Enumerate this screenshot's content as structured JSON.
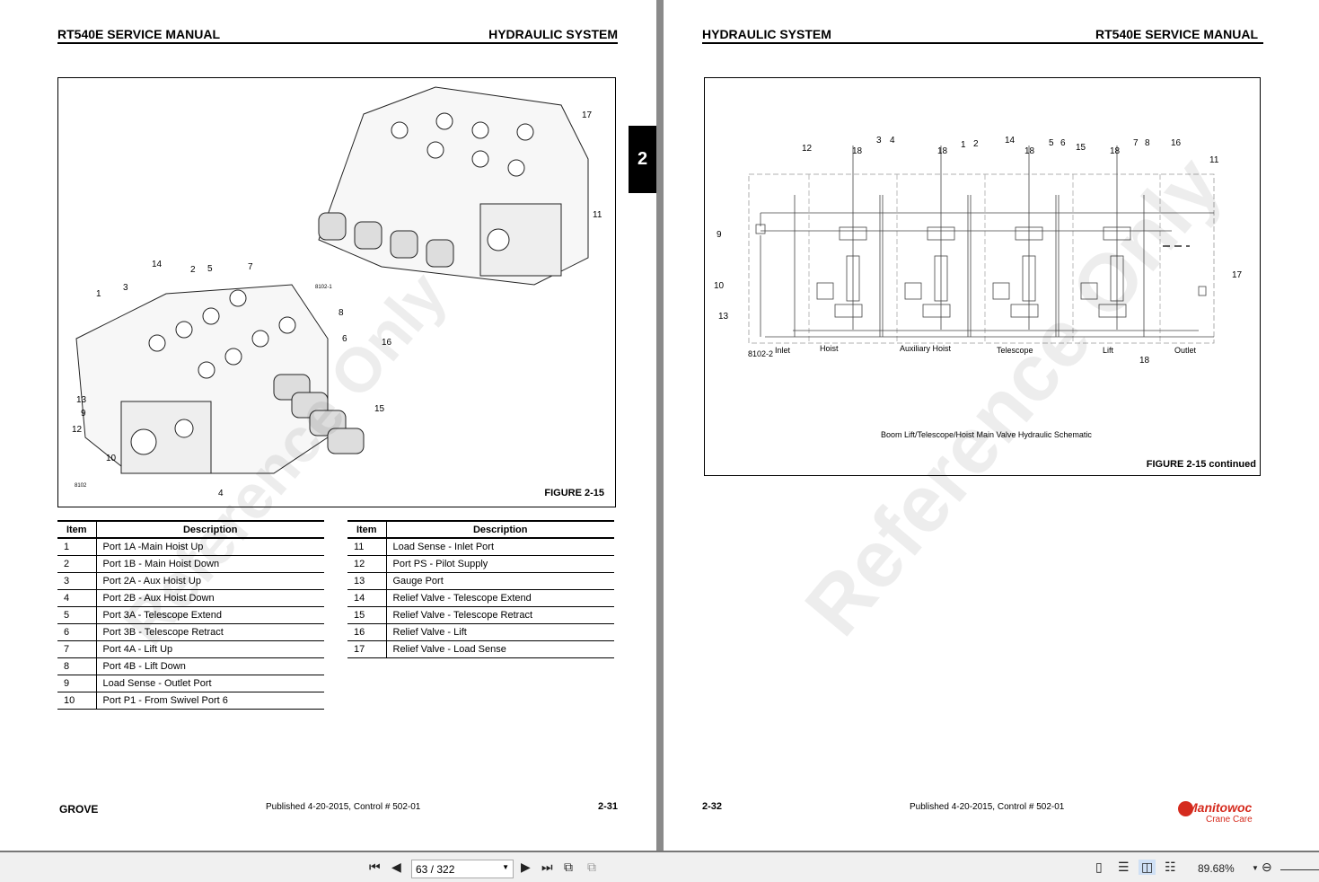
{
  "left_page": {
    "header_left": "RT540E SERVICE MANUAL",
    "header_right": "HYDRAULIC SYSTEM",
    "figure_caption": "FIGURE 2-15",
    "figure_code_top": "8102-1",
    "figure_code_bottom": "8102",
    "callouts": [
      "17",
      "11",
      "14",
      "2",
      "5",
      "7",
      "1",
      "3",
      "8",
      "6",
      "16",
      "13",
      "9",
      "12",
      "10",
      "4",
      "15"
    ],
    "table1": {
      "headers": [
        "Item",
        "Description"
      ],
      "rows": [
        [
          "1",
          "Port 1A -Main Hoist Up"
        ],
        [
          "2",
          "Port 1B - Main Hoist Down"
        ],
        [
          "3",
          "Port 2A - Aux Hoist Up"
        ],
        [
          "4",
          "Port 2B - Aux Hoist Down"
        ],
        [
          "5",
          "Port 3A - Telescope Extend"
        ],
        [
          "6",
          "Port 3B - Telescope Retract"
        ],
        [
          "7",
          "Port 4A - Lift Up"
        ],
        [
          "8",
          "Port 4B - Lift Down"
        ],
        [
          "9",
          "Load Sense - Outlet Port"
        ],
        [
          "10",
          "Port P1 - From Swivel Port 6"
        ]
      ]
    },
    "table2": {
      "headers": [
        "Item",
        "Description"
      ],
      "rows": [
        [
          "11",
          "Load Sense - Inlet Port"
        ],
        [
          "12",
          "Port PS - Pilot Supply"
        ],
        [
          "13",
          "Gauge Port"
        ],
        [
          "14",
          "Relief Valve - Telescope Extend"
        ],
        [
          "15",
          "Relief Valve - Telescope Retract"
        ],
        [
          "16",
          "Relief Valve - Lift"
        ],
        [
          "17",
          "Relief Valve - Load Sense"
        ]
      ]
    },
    "footer_brand": "GROVE",
    "footer_published": "Published 4-20-2015, Control # 502-01",
    "page_number": "2-31",
    "watermark": "Reference Only"
  },
  "section_tab": "2",
  "right_page": {
    "header_left": "HYDRAULIC SYSTEM",
    "header_right": "RT540E SERVICE MANUAL",
    "schematic_title": "Boom Lift/Telescope/Hoist Main Valve Hydraulic Schematic",
    "figure_caption": "FIGURE 2-15 continued",
    "figure_code": "8102-2",
    "sections": [
      "Inlet",
      "Hoist",
      "Auxiliary Hoist",
      "Telescope",
      "Lift",
      "Outlet"
    ],
    "callouts": [
      "12",
      "18",
      "3",
      "4",
      "18",
      "1",
      "2",
      "14",
      "18",
      "5",
      "6",
      "15",
      "18",
      "7",
      "8",
      "16",
      "11",
      "9",
      "10",
      "13",
      "17",
      "18"
    ],
    "page_number": "2-32",
    "footer_published": "Published 4-20-2015, Control # 502-01",
    "logo_brand": "Manitowoc",
    "logo_sub": "Crane Care",
    "watermark": "Reference Only"
  },
  "toolbar": {
    "page_value": "63 / 322",
    "zoom": "89.68%"
  },
  "colors": {
    "logo_red": "#d52b1e",
    "toolbar_bg": "#f0f0f0"
  }
}
